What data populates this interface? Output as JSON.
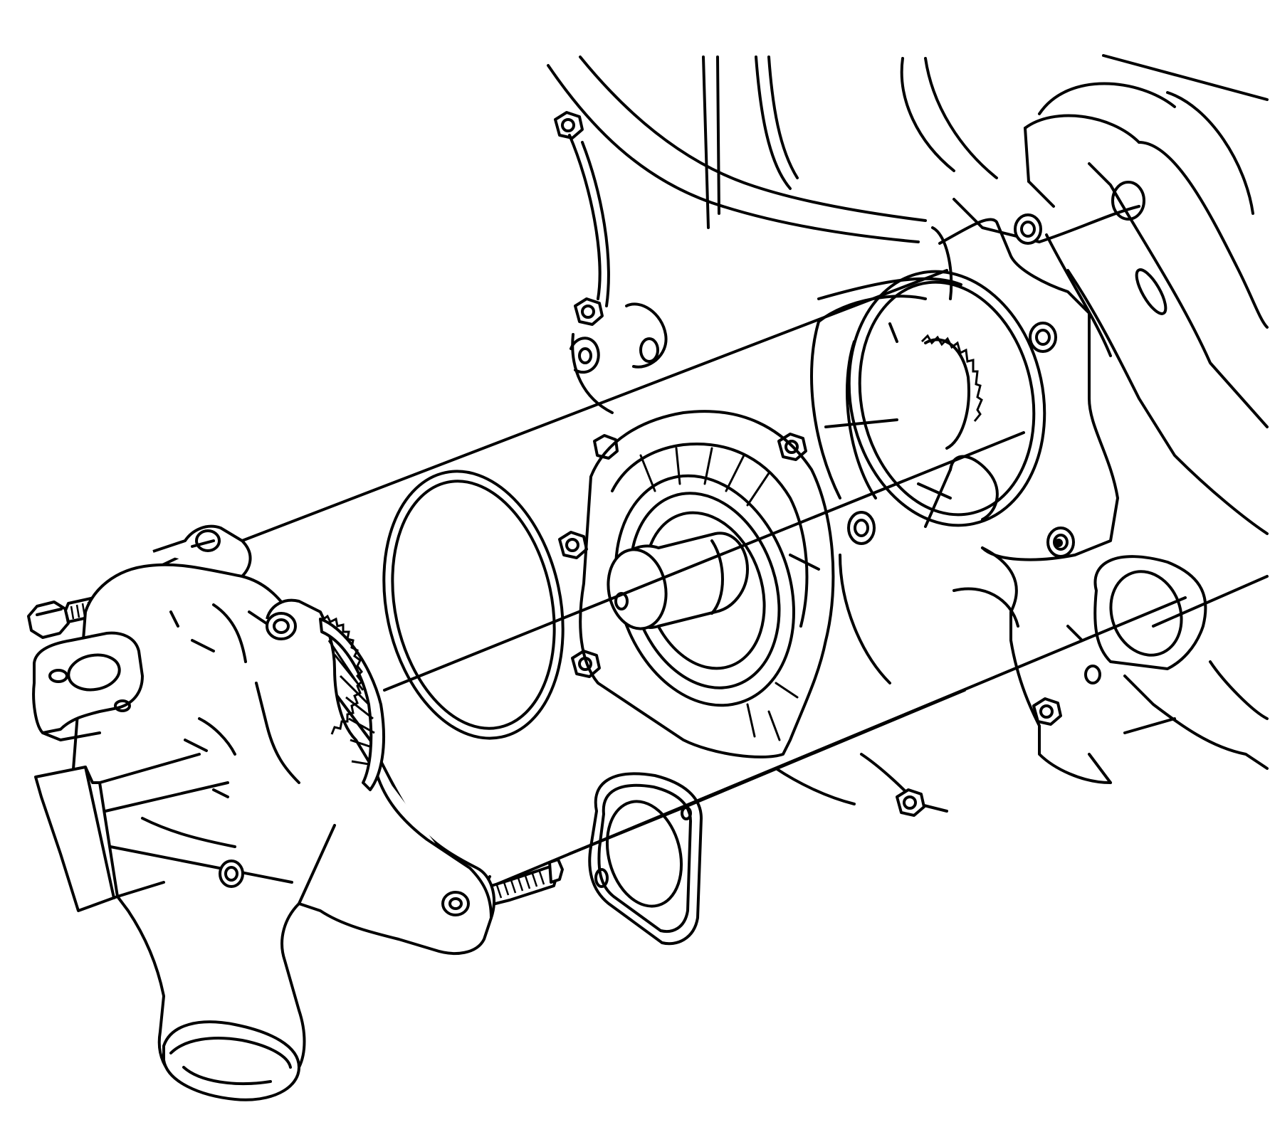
{
  "diagram": {
    "kind": "exploded-view-line-art",
    "colors": {
      "ink": "#000000",
      "paper": "#ffffff"
    },
    "parts": [
      {
        "name": "engine-front-cover",
        "icon": "engine-block-outline"
      },
      {
        "name": "water-pump-housing",
        "icon": "pump-housing-outline"
      },
      {
        "name": "drive-gear",
        "icon": "gear-icon"
      },
      {
        "name": "o-ring-seal",
        "icon": "ring-icon"
      },
      {
        "name": "pump-shaft",
        "icon": "shaft-icon"
      },
      {
        "name": "gasket",
        "icon": "gasket-icon"
      },
      {
        "name": "upper-bolt",
        "icon": "bolt-icon"
      },
      {
        "name": "lower-bolt",
        "icon": "bolt-icon"
      },
      {
        "name": "gear-housing-opening",
        "icon": "ring-icon"
      }
    ]
  }
}
